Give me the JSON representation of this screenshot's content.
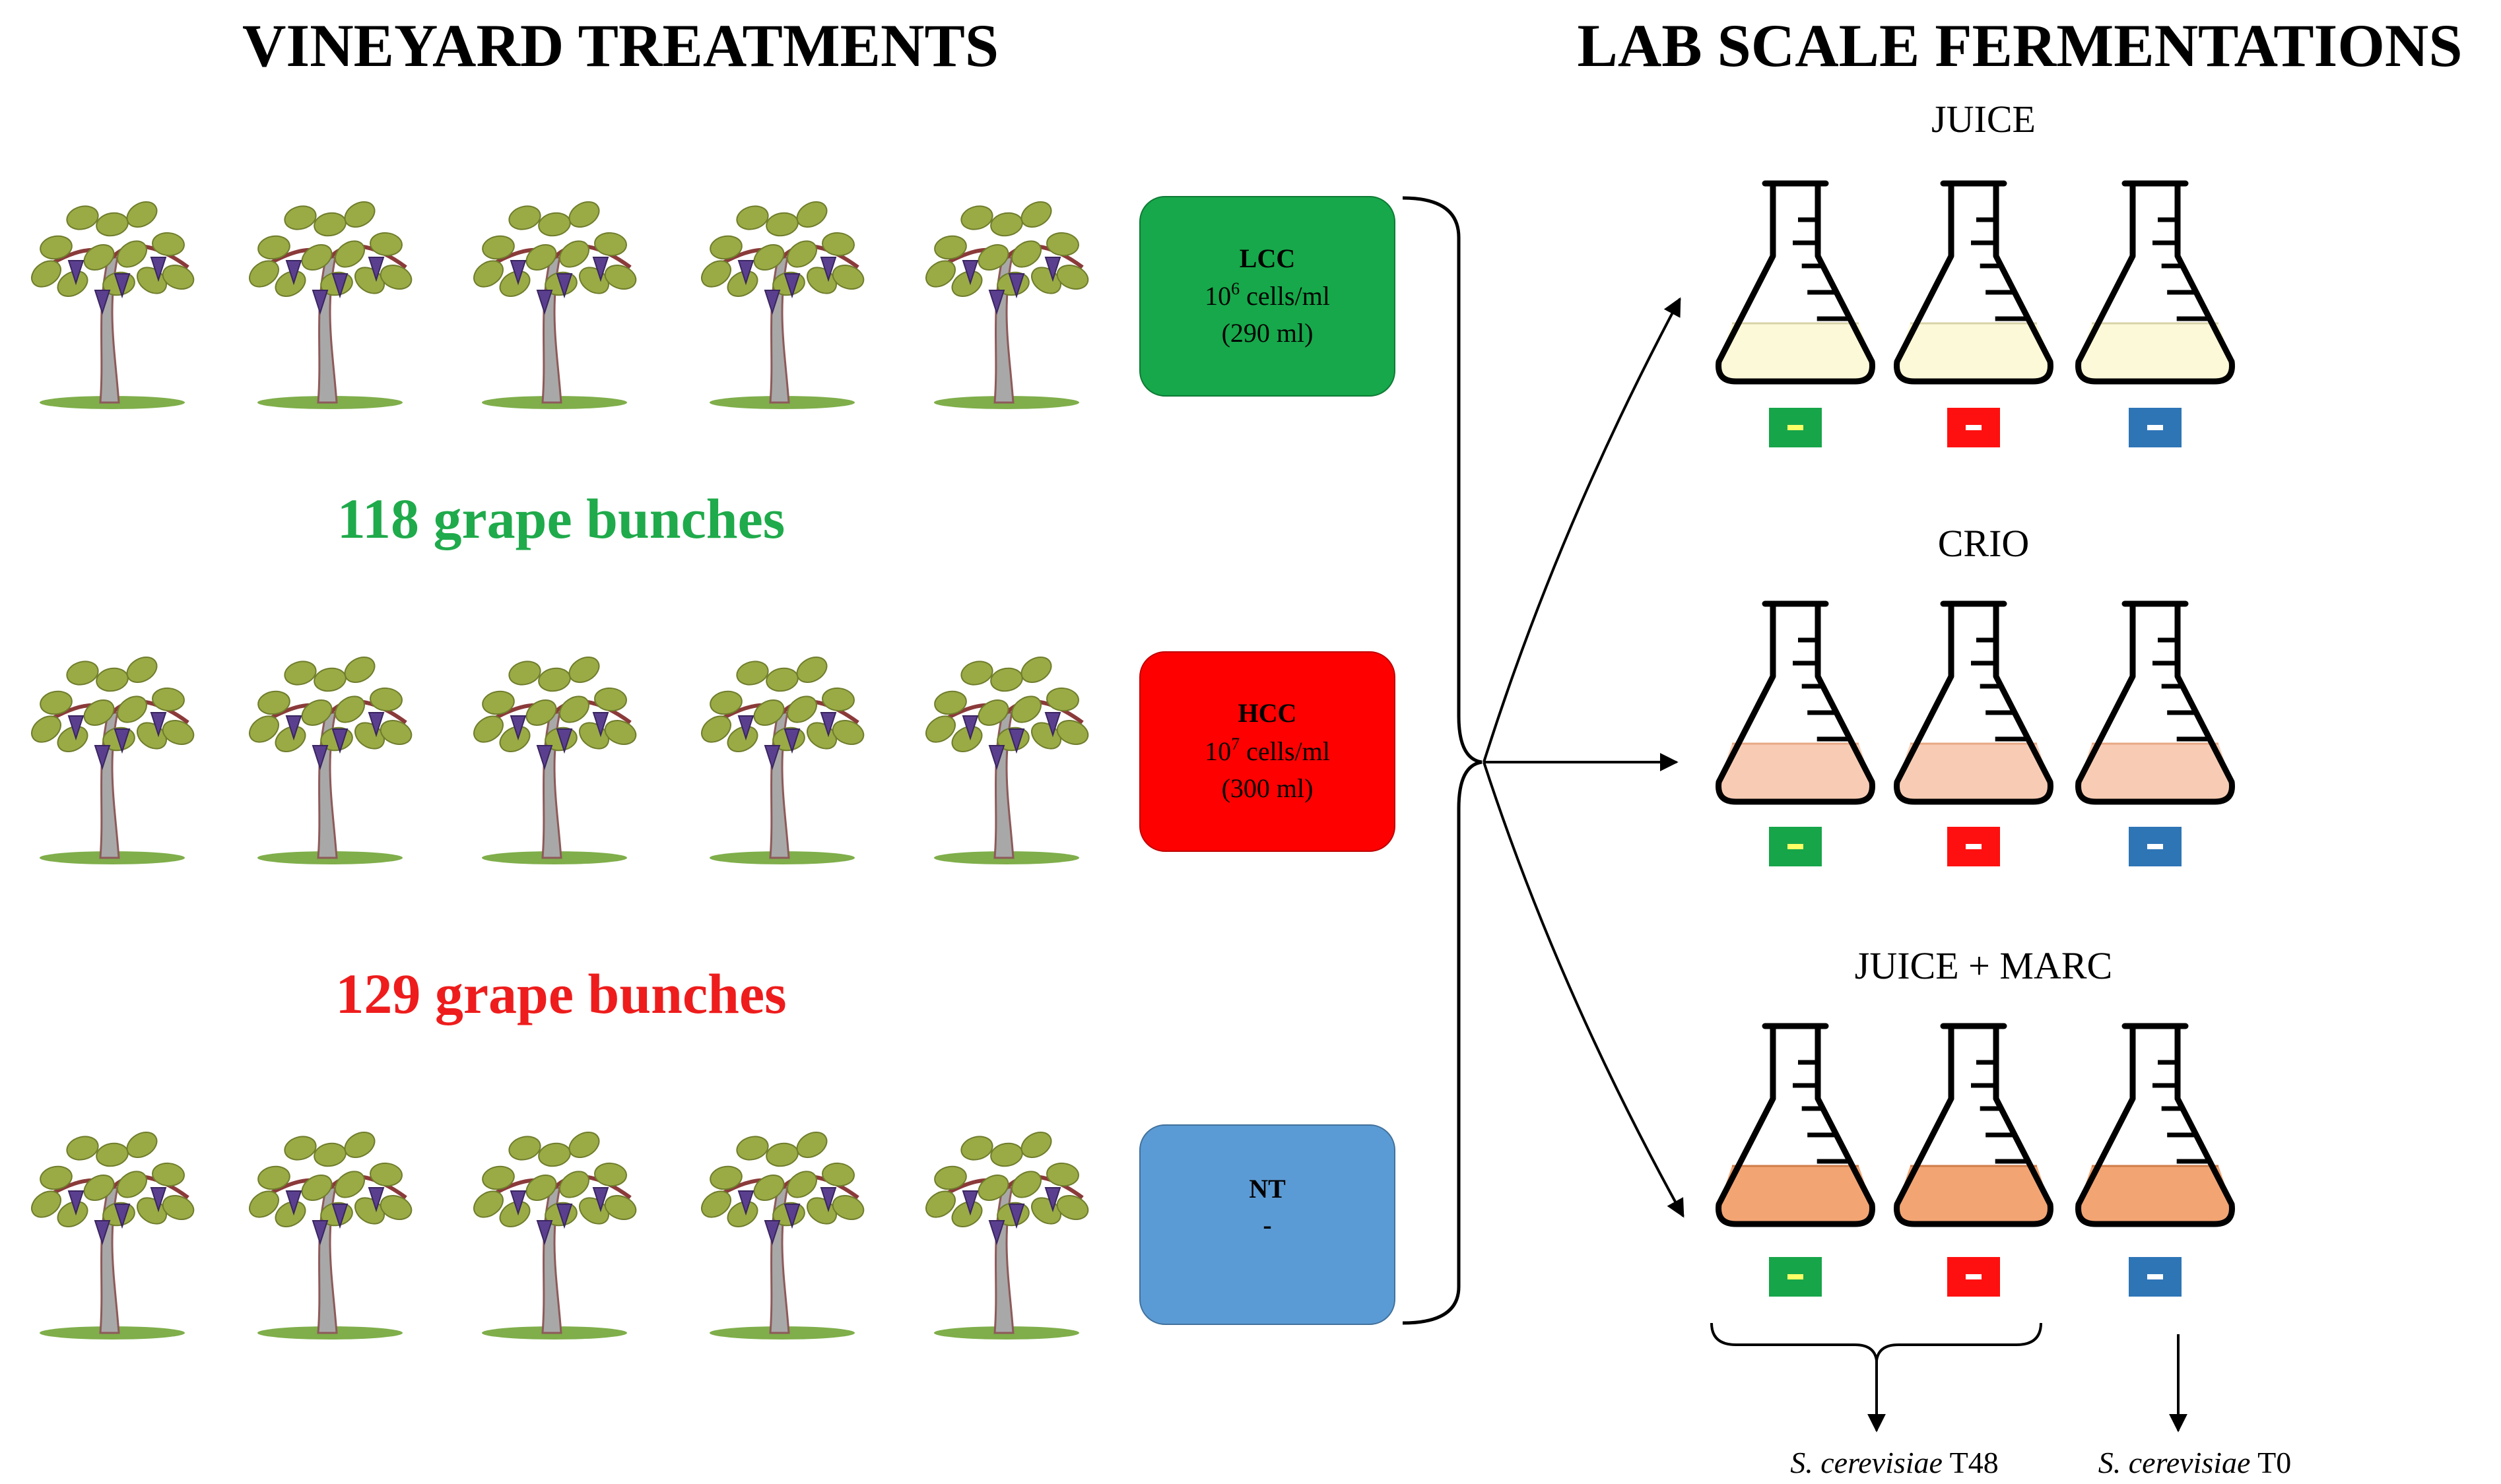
{
  "left_title": "VINEYARD TREATMENTS",
  "right_title": "LAB SCALE FERMENTATIONS",
  "bunches": [
    {
      "text": "118 grape bunches",
      "color": "#1faa4b"
    },
    {
      "text": "129 grape bunches",
      "color": "#ee1c1c"
    }
  ],
  "treatments": [
    {
      "name": "LCC",
      "base": "10",
      "exp": "6",
      "unit": " cells/ml",
      "volume": "(290 ml)",
      "color": "#16a84a"
    },
    {
      "name": "HCC",
      "base": "10",
      "exp": "7",
      "unit": " cells/ml",
      "volume": "(300 ml)",
      "color": "#ff0000"
    },
    {
      "name": "NT",
      "line2": "-",
      "color": "#5b9bd5"
    }
  ],
  "fermentations": [
    {
      "label": "JUICE",
      "fill": "#fcf9d8",
      "line": "#d8d3a8"
    },
    {
      "label": "CRIO",
      "fill": "#f8ccb4",
      "line": "#e7a884"
    },
    {
      "label": "JUICE + MARC",
      "fill": "#f2a473",
      "line": "#d07d4a"
    }
  ],
  "markers": [
    {
      "treatment": "LCC",
      "color": "#17a549",
      "dash": "#ffff66"
    },
    {
      "treatment": "HCC",
      "color": "#ff1010",
      "dash": "#ffffff"
    },
    {
      "treatment": "NT",
      "color": "#2e75b6",
      "dash": "#ffffff"
    }
  ],
  "outcomes": [
    {
      "species": "S. cerevisiae",
      "time": " T48"
    },
    {
      "species": "S. cerevisiae",
      "time": " T0"
    }
  ]
}
